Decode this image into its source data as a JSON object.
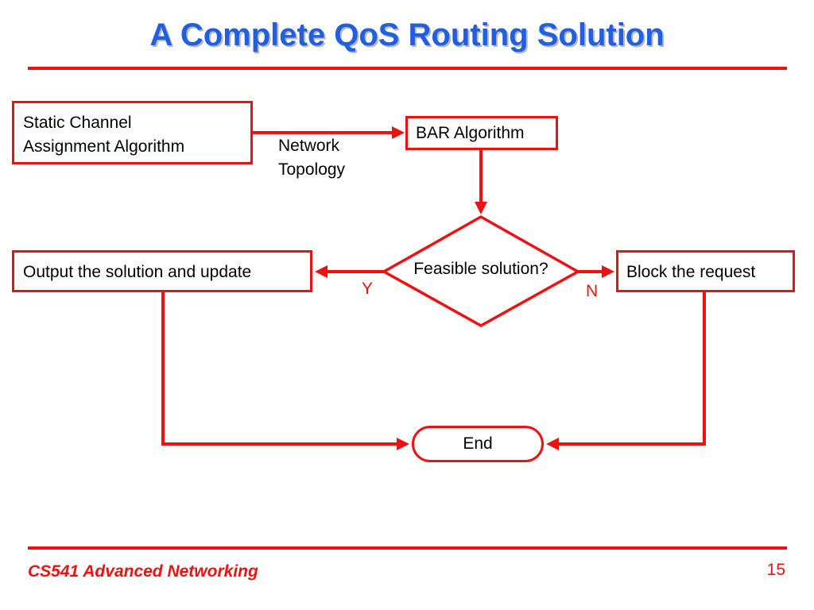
{
  "slide": {
    "title": "A Complete QoS Routing Solution",
    "page_number": "15",
    "footer": "CS541 Advanced Networking"
  },
  "diagram": {
    "nodes": {
      "static_channel": {
        "line1": "Static Channel",
        "line2": "Assignment Algorithm"
      },
      "bar": {
        "label": "BAR Algorithm"
      },
      "decision": {
        "label": "Feasible solution?"
      },
      "output": {
        "label": "Output the solution and update"
      },
      "block": {
        "label": "Block the request"
      },
      "end": {
        "label": "End"
      }
    },
    "edge_labels": {
      "network_topology": {
        "line1": "Network",
        "line2": "Topology"
      },
      "yes": "Y",
      "no": "N"
    },
    "colors": {
      "accent": "#ee1111",
      "title": "#1f5fe0"
    }
  }
}
